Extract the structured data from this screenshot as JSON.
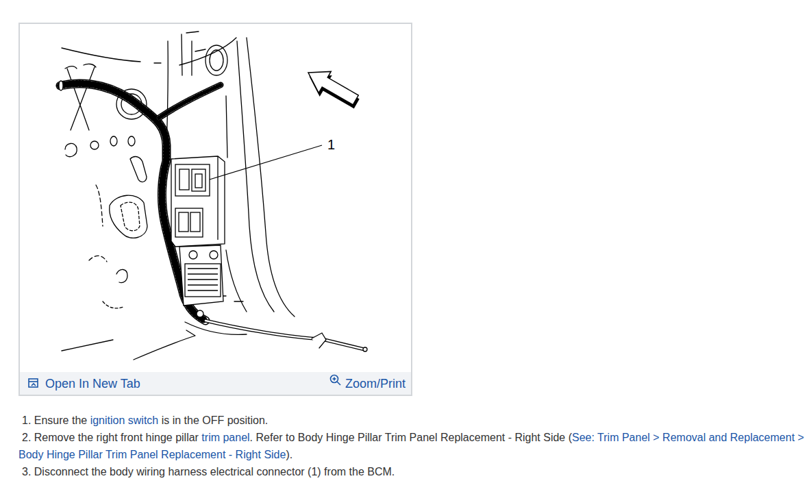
{
  "diagram": {
    "nodes": [
      {
        "text": [
          "1",
          "Open In New Tab",
          "Zoom/Print"
        ]
      }
    ],
    "labels": [
      "1. Ensure the ",
      "ignition switch",
      " is in the OFF position.",
      "2. Remove the right front hinge pillar ",
      "trim panel",
      ". Refer to Body Hinge Pillar Trim Panel Replacement - Right Side (",
      "See: Trim Panel > Removal and Replacement > Body Hinge Pillar Trim Panel Replacement - Right Side",
      ").",
      "3. Disconnect the body wiring harness electrical connector (1) from the BCM."
    ]
  }
}
